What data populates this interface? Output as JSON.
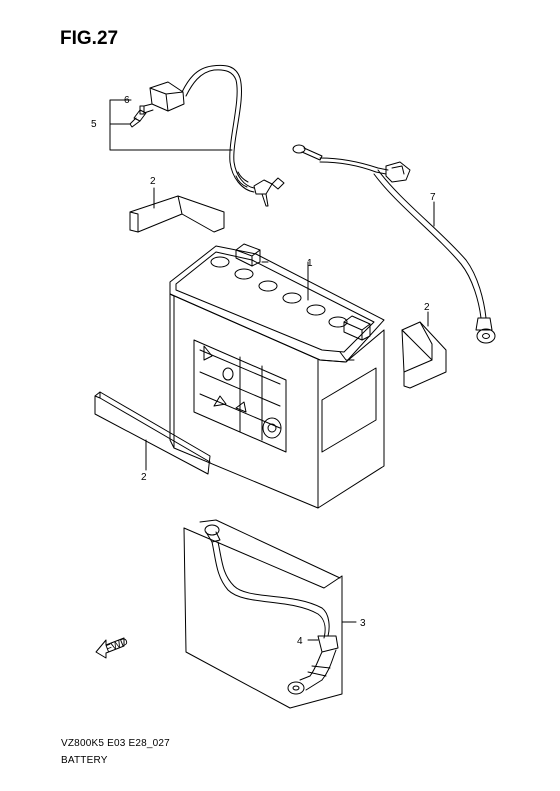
{
  "figure": {
    "title": "FIG.27"
  },
  "callouts": {
    "c1": "1",
    "c2a": "2",
    "c2b": "2",
    "c2c": "2",
    "c3": "3",
    "c4": "4",
    "c5": "5",
    "c6": "6",
    "c7": "7"
  },
  "fwd_label": "FWD",
  "footer": {
    "code": "VZ800K5 E03 E28_027",
    "name": "BATTERY"
  }
}
